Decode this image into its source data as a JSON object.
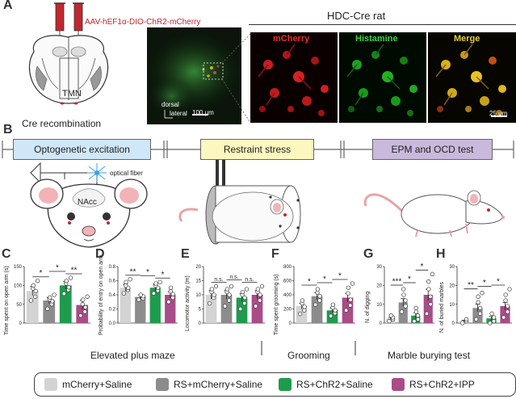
{
  "colors": {
    "mcherry_saline": "#d3d3d3",
    "rs_mcherry_saline": "#8c8c8c",
    "rs_chr2_saline": "#1e9b4c",
    "rs_chr2_ipp": "#a94c88",
    "timeline_blue": "#cfe7f8",
    "timeline_yellow": "#fbf7bf",
    "timeline_purple": "#c9b9dc",
    "virus_red": "#c1272d"
  },
  "panel_a": {
    "letter": "A",
    "virus_label": "AAV-hEF1α-DIO-ChR2-mCherry",
    "tmn_label": "TMN",
    "cre_caption": "Cre recombination",
    "dorsal": "dorsal",
    "lateral": "lateral",
    "scale_100": "100 μm",
    "rat_title": "HDC-Cre rat",
    "mcherry": "mCherry",
    "histamine": "Histamine",
    "merge": "Merge",
    "scale_25": "25 μm"
  },
  "panel_b": {
    "letter": "B",
    "phase1": "Optogenetic excitation",
    "phase2": "Restraint stress",
    "phase3": "EPM and OCD test",
    "fiber": "optical fiber",
    "nacc": "NAcc"
  },
  "charts": {
    "C": {
      "letter": "C",
      "ylabel": "Time spent on open arm (s)",
      "yticks": [
        "0",
        "50",
        "100",
        "150"
      ]
    },
    "D": {
      "letter": "D",
      "ylabel": "Probability of entry on open arm",
      "yticks": [
        "0.0",
        "0.2",
        "0.4",
        "0.6",
        "0.8"
      ]
    },
    "E": {
      "letter": "E",
      "ylabel": "Locomotor activity (m)",
      "yticks": [
        "0",
        "5",
        "10",
        "15",
        "20"
      ]
    },
    "F": {
      "letter": "F",
      "ylabel": "Time spent grooming (s)",
      "yticks": [
        "0",
        "200",
        "400",
        "600",
        "800"
      ]
    },
    "G": {
      "letter": "G",
      "ylabel": "N. of digging",
      "yticks": [
        "0",
        "10",
        "20",
        "30"
      ]
    },
    "H": {
      "letter": "H",
      "ylabel": "N. of buried marbles",
      "yticks": [
        "0",
        "10",
        "20",
        "30"
      ]
    }
  },
  "chart_data": [
    {
      "type": "bar",
      "panel": "C",
      "ylabel": "Time spent on open arm (s)",
      "ylim": [
        0,
        150
      ],
      "categories": [
        "mCherry+Saline",
        "RS+mCherry+Saline",
        "RS+ChR2+Saline",
        "RS+ChR2+IPP"
      ],
      "values": [
        85,
        60,
        100,
        48
      ],
      "errors": [
        12,
        8,
        10,
        12
      ],
      "points": [
        [
          60,
          70,
          85,
          92,
          100,
          112
        ],
        [
          38,
          50,
          58,
          63,
          68,
          75
        ],
        [
          78,
          88,
          95,
          105,
          112,
          120
        ],
        [
          20,
          30,
          42,
          50,
          62,
          70
        ]
      ],
      "significance": [
        "*",
        "*",
        "**"
      ]
    },
    {
      "type": "bar",
      "panel": "D",
      "ylabel": "Probability of entry on open arm",
      "ylim": [
        0,
        0.8
      ],
      "categories": [
        "mCherry+Saline",
        "RS+mCherry+Saline",
        "RS+ChR2+Saline",
        "RS+ChR2+IPP"
      ],
      "values": [
        0.5,
        0.37,
        0.5,
        0.4
      ],
      "errors": [
        0.05,
        0.03,
        0.05,
        0.04
      ],
      "points": [
        [
          0.42,
          0.47,
          0.5,
          0.53,
          0.58,
          0.62
        ],
        [
          0.33,
          0.35,
          0.38,
          0.4
        ],
        [
          0.42,
          0.46,
          0.5,
          0.53,
          0.56,
          0.58
        ],
        [
          0.3,
          0.36,
          0.41,
          0.45,
          0.5
        ]
      ],
      "significance": [
        "**",
        "*",
        "*"
      ]
    },
    {
      "type": "bar",
      "panel": "E",
      "ylabel": "Locomotor activity (m)",
      "ylim": [
        0,
        20
      ],
      "categories": [
        "mCherry+Saline",
        "RS+mCherry+Saline",
        "RS+ChR2+Saline",
        "RS+ChR2+IPP"
      ],
      "values": [
        10,
        10,
        9,
        10
      ],
      "errors": [
        1.5,
        1.5,
        1.5,
        1.5
      ],
      "points": [
        [
          7,
          9,
          10,
          11,
          12,
          13
        ],
        [
          6,
          8,
          10,
          11,
          12,
          13
        ],
        [
          5,
          7,
          9,
          10,
          11,
          12
        ],
        [
          6,
          8,
          10,
          11,
          12,
          13
        ]
      ],
      "significance": [
        "n.s.",
        "n.s.",
        "n.s."
      ]
    },
    {
      "type": "bar",
      "panel": "F",
      "ylabel": "Time spent grooming (s)",
      "ylim": [
        0,
        800
      ],
      "categories": [
        "mCherry+Saline",
        "RS+mCherry+Saline",
        "RS+ChR2+Saline",
        "RS+ChR2+IPP"
      ],
      "values": [
        240,
        380,
        180,
        360
      ],
      "errors": [
        40,
        50,
        30,
        60
      ],
      "points": [
        [
          130,
          180,
          230,
          280,
          320
        ],
        [
          260,
          320,
          380,
          430,
          480
        ],
        [
          100,
          140,
          180,
          220,
          260
        ],
        [
          180,
          250,
          330,
          420,
          500,
          560
        ]
      ],
      "significance": [
        "*",
        "*",
        "*"
      ]
    },
    {
      "type": "bar",
      "panel": "G",
      "ylabel": "N. of digging",
      "ylim": [
        0,
        30
      ],
      "categories": [
        "mCherry+Saline",
        "RS+mCherry+Saline",
        "RS+ChR2+Saline",
        "RS+ChR2+IPP"
      ],
      "values": [
        2.5,
        11,
        4,
        15
      ],
      "errors": [
        0.5,
        2,
        1.5,
        3
      ],
      "points": [
        [
          1,
          2,
          3,
          4
        ],
        [
          6,
          9,
          12,
          15,
          18
        ],
        [
          1,
          2,
          4,
          6,
          8
        ],
        [
          5,
          10,
          14,
          18,
          22,
          26
        ]
      ],
      "significance": [
        "***",
        "*",
        "*"
      ]
    },
    {
      "type": "bar",
      "panel": "H",
      "ylabel": "N. of buried marbles",
      "ylim": [
        0,
        30
      ],
      "categories": [
        "mCherry+Saline",
        "RS+mCherry+Saline",
        "RS+ChR2+Saline",
        "RS+ChR2+IPP"
      ],
      "values": [
        1,
        8,
        2.5,
        9
      ],
      "errors": [
        0.5,
        2,
        1,
        2
      ],
      "points": [
        [
          0,
          1,
          2
        ],
        [
          2,
          5,
          8,
          11,
          14,
          16
        ],
        [
          0,
          1,
          3,
          5
        ],
        [
          3,
          6,
          9,
          12,
          15,
          18
        ]
      ],
      "significance": [
        "**",
        "*",
        "*"
      ]
    }
  ],
  "group_titles": {
    "epm": "Elevated plus maze",
    "groom": "Grooming",
    "marble": "Marble burying test"
  },
  "legend": {
    "items": [
      {
        "label": "mCherry+Saline"
      },
      {
        "label": "RS+mCherry+Saline"
      },
      {
        "label": "RS+ChR2+Saline"
      },
      {
        "label": "RS+ChR2+IPP"
      }
    ]
  }
}
